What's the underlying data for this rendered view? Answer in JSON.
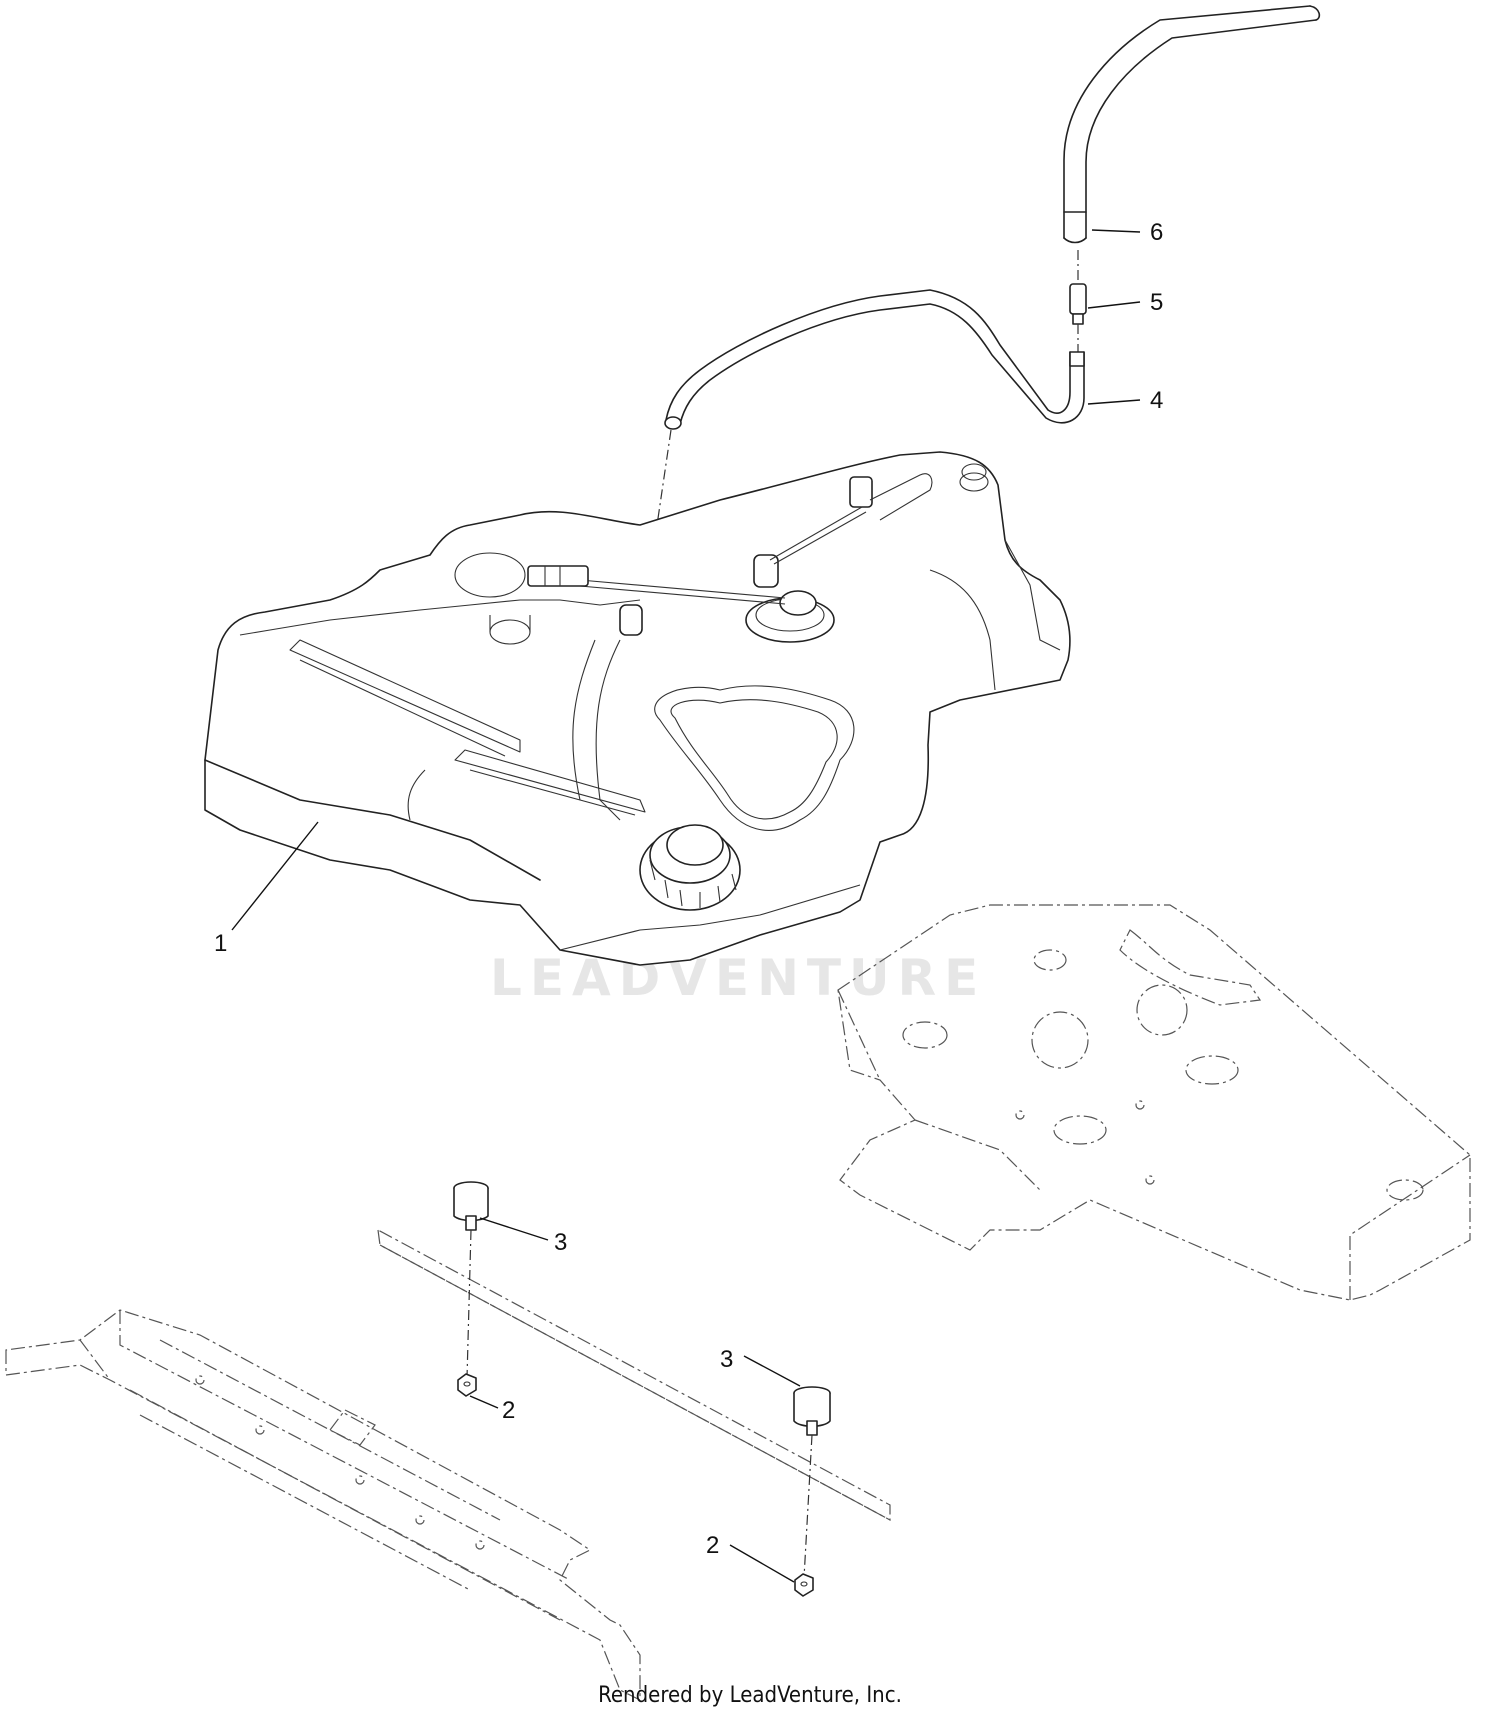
{
  "callouts": {
    "c1": "1",
    "c2a": "2",
    "c2b": "2",
    "c3a": "3",
    "c3b": "3",
    "c4": "4",
    "c5": "5",
    "c6": "6"
  },
  "watermark_logo": "LEADVENTURE",
  "footer": "Rendered by LeadVenture, Inc.",
  "colors": {
    "line": "#222222",
    "watermark": "#e6e6e6",
    "background": "#ffffff"
  }
}
